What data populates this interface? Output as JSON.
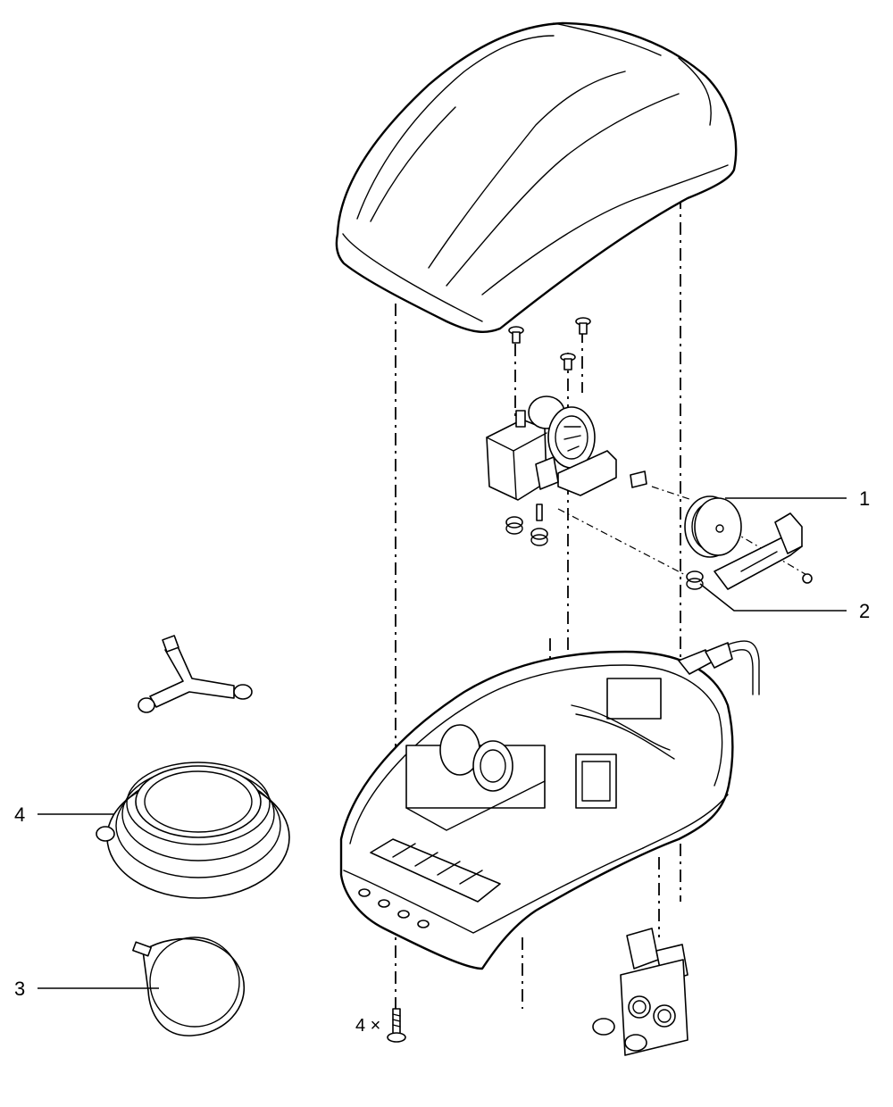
{
  "diagram": {
    "callouts": [
      {
        "id": "c1",
        "label": "1"
      },
      {
        "id": "c2",
        "label": "2"
      },
      {
        "id": "c3",
        "label": "3"
      },
      {
        "id": "c4",
        "label": "4"
      }
    ],
    "screw_quantity": "4 ×"
  }
}
